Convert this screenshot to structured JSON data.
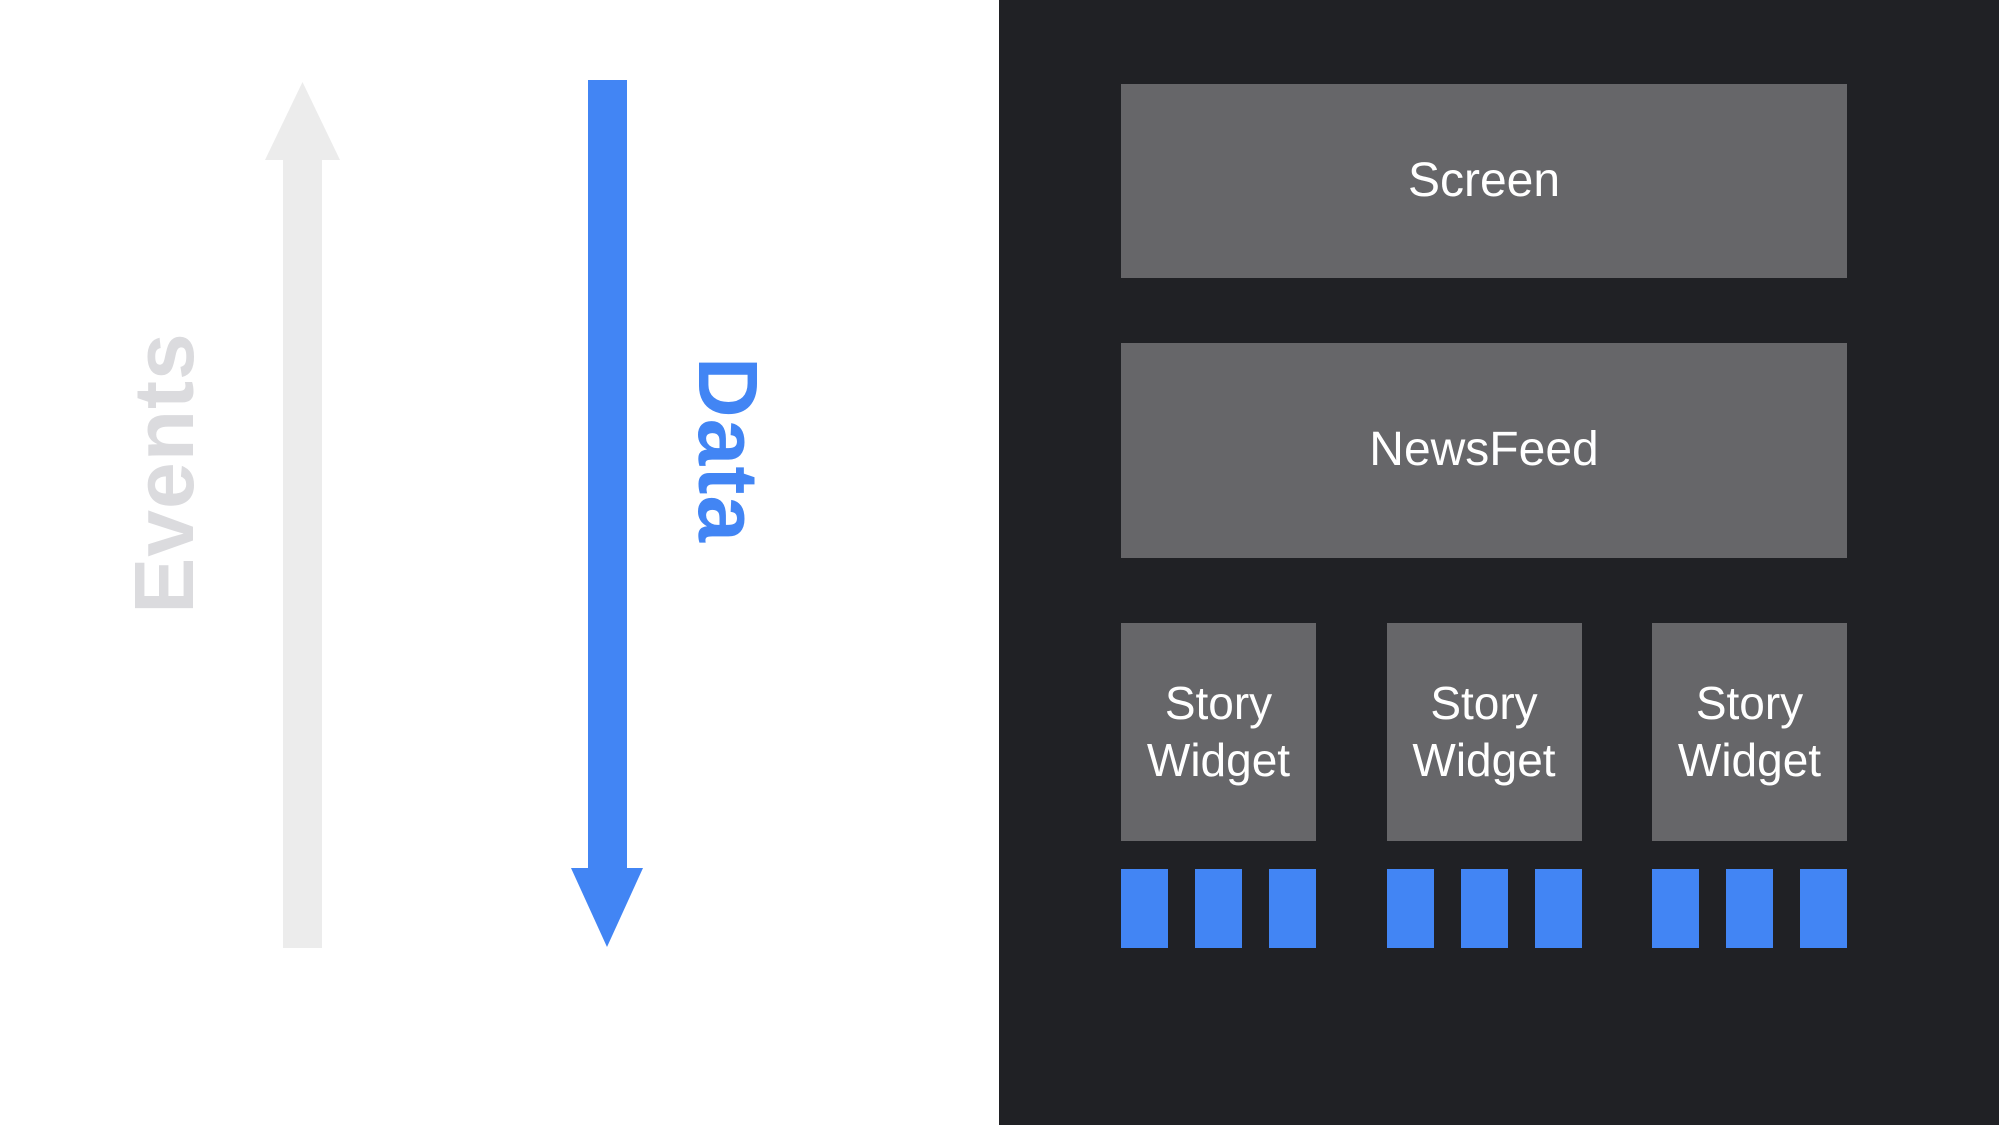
{
  "colors": {
    "accent_blue": "#4285f4",
    "panel_bg": "#202125",
    "box_gray": "#666669",
    "box_text": "#ffffff",
    "arrow_gray": "#ececec",
    "events_text": "#dbdbde",
    "left_bg": "#ffffff"
  },
  "flow": {
    "events_label": "Events",
    "data_label": "Data"
  },
  "tree": {
    "screen": {
      "label": "Screen"
    },
    "newsfeed": {
      "label": "NewsFeed"
    },
    "story_widgets": [
      {
        "label": "Story Widget",
        "data_chunks": 3
      },
      {
        "label": "Story Widget",
        "data_chunks": 3
      },
      {
        "label": "Story Widget",
        "data_chunks": 3
      }
    ]
  }
}
